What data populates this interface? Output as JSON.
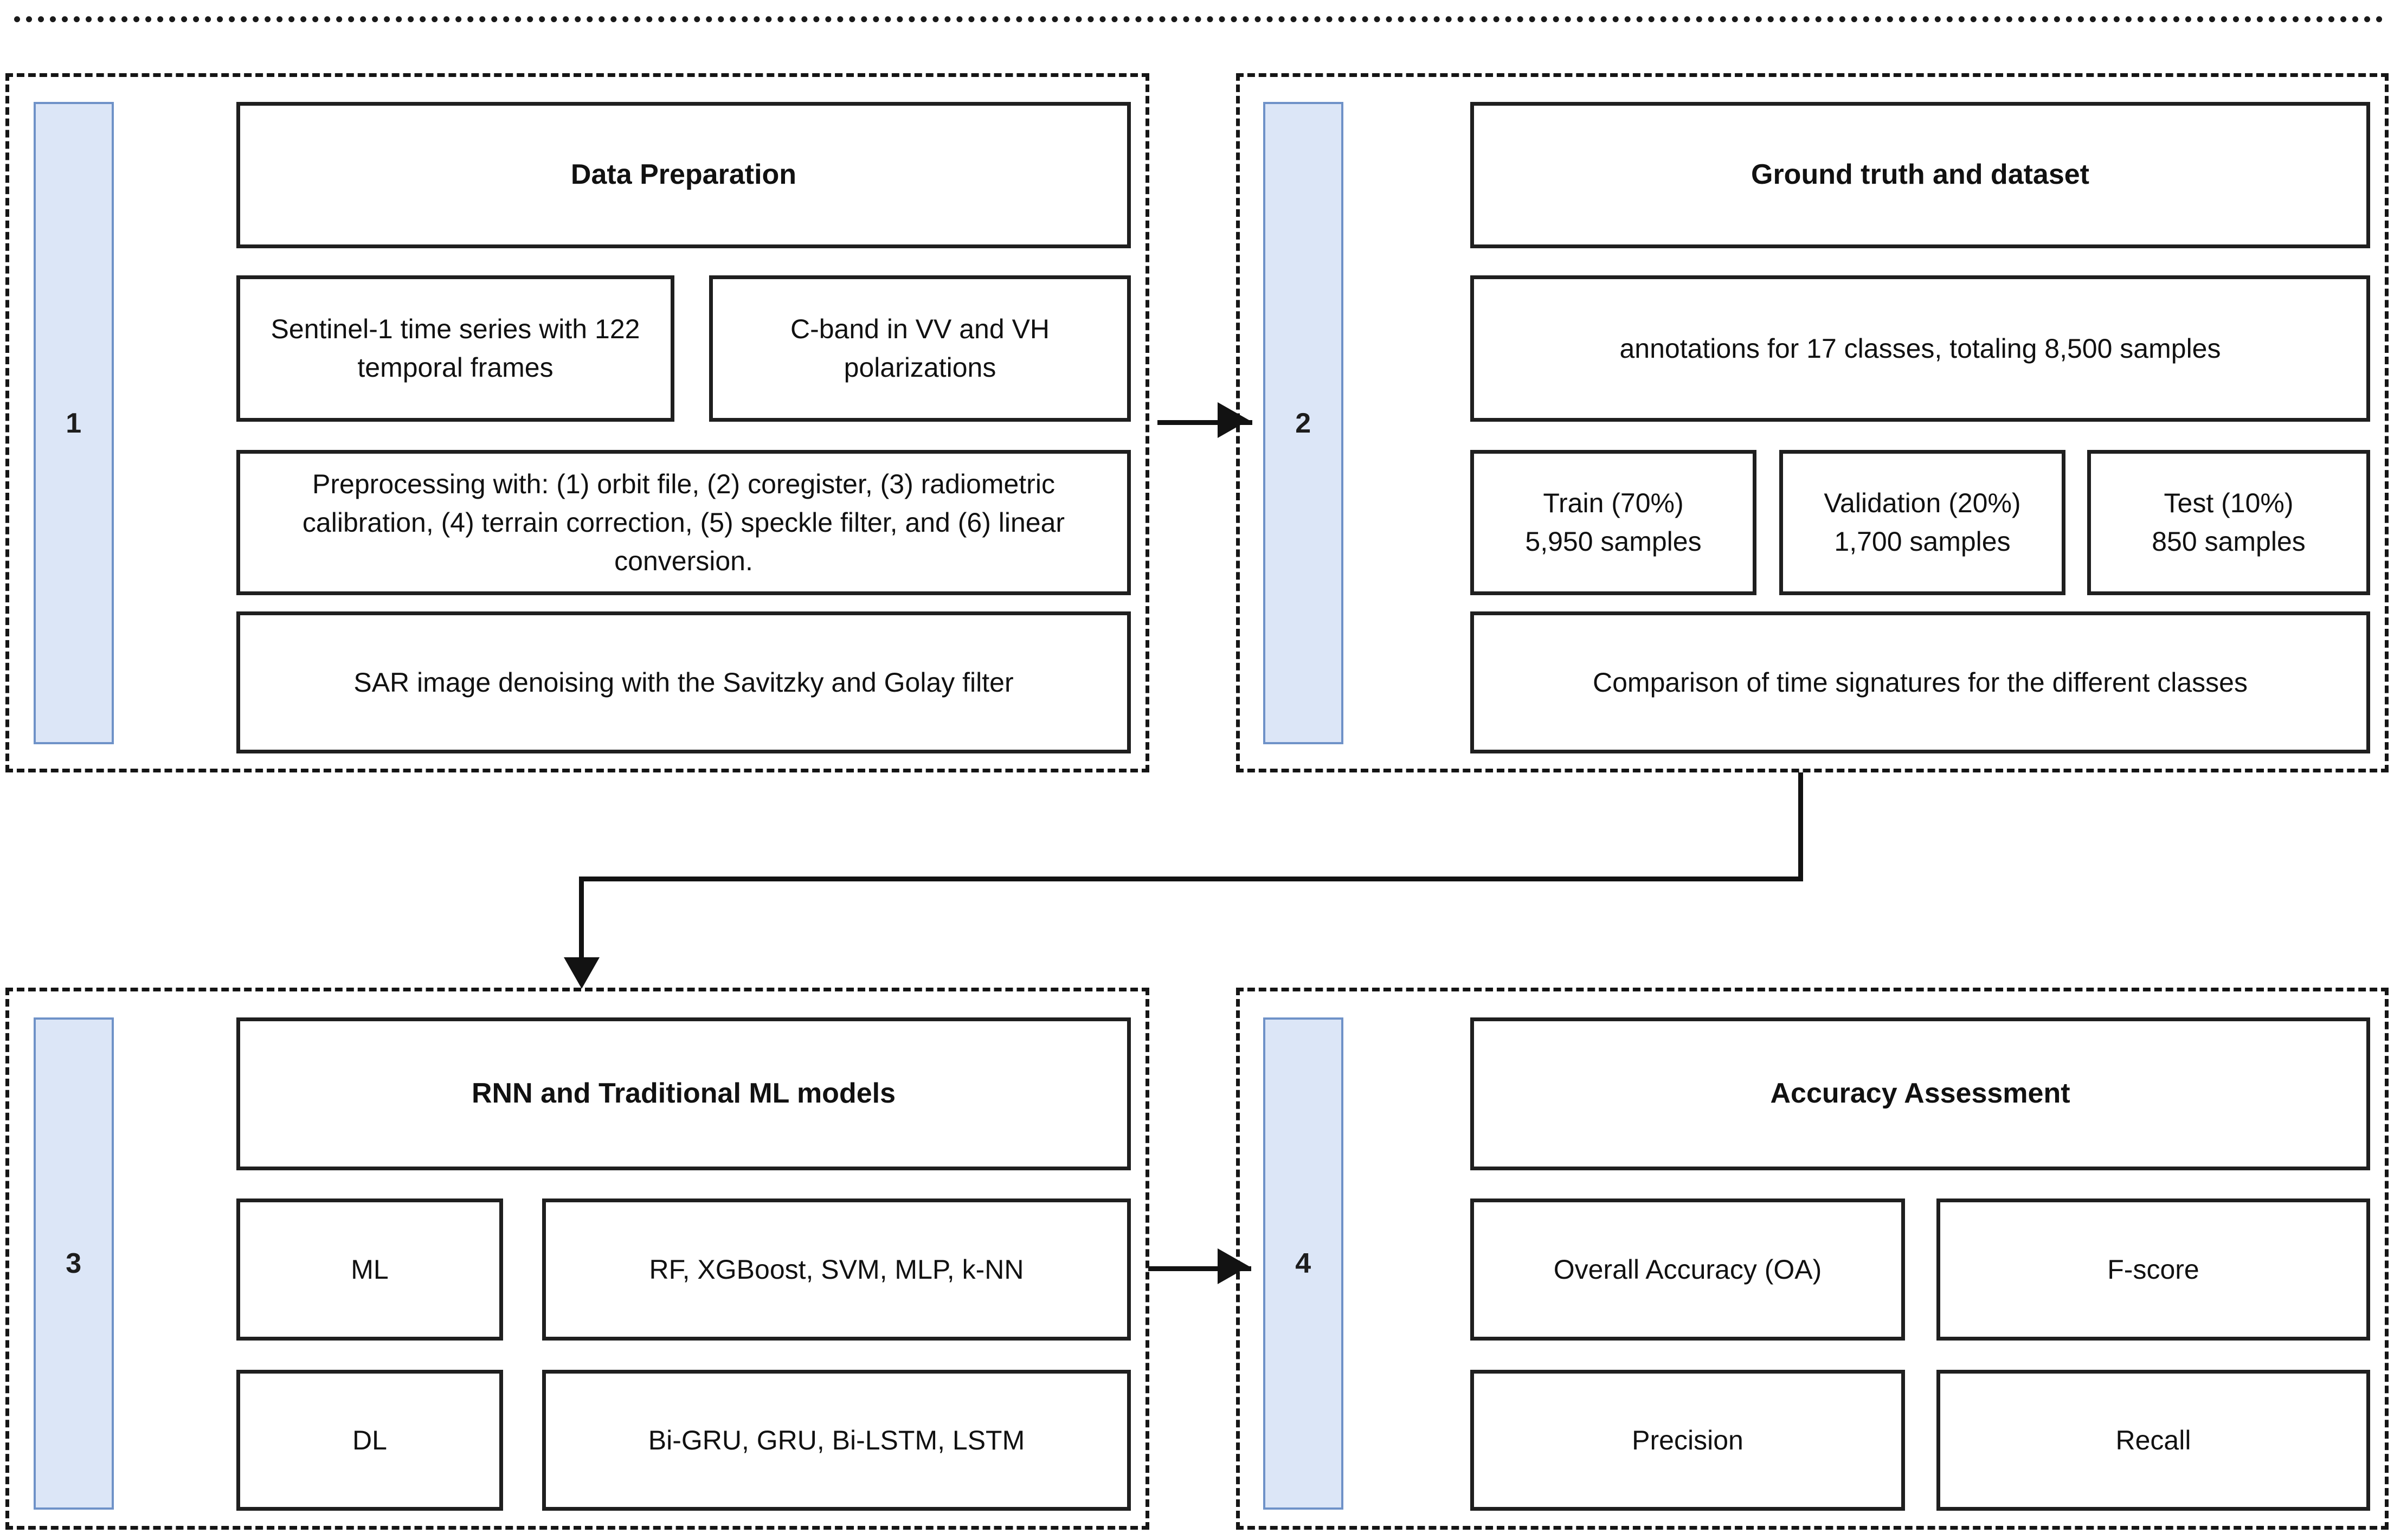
{
  "figure": {
    "kind": "methodology-flowchart",
    "accent_blue_fill": "#dce6f7",
    "accent_blue_border": "#6f92c8",
    "line_color": "#121212"
  },
  "stages": [
    {
      "number": "1",
      "title": "Data Preparation",
      "boxes": [
        "Sentinel-1 time series with 122 temporal frames",
        "C-band in VV and VH polarizations",
        "Preprocessing with: (1) orbit file, (2) coregister, (3) radiometric calibration, (4) terrain correction, (5) speckle filter, and (6) linear conversion.",
        "SAR image denoising with the Savitzky and Golay filter"
      ]
    },
    {
      "number": "2",
      "title": "Ground truth and dataset",
      "boxes": [
        "annotations for 17 classes, totaling 8,500 samples",
        "Train (70%) 5,950 samples",
        "Validation (20%) 1,700 samples",
        "Test (10%) 850 samples",
        "Comparison of time signatures for the different classes"
      ],
      "split": {
        "train_label": "Train (70%)",
        "train_value": "5,950 samples",
        "validation_label": "Validation (20%)",
        "validation_value": "1,700 samples",
        "test_label": "Test (10%)",
        "test_value": "850 samples"
      }
    },
    {
      "number": "3",
      "title": "RNN and Traditional ML models",
      "boxes": [
        "ML",
        "RF, XGBoost, SVM, MLP, k-NN",
        "DL",
        "Bi-GRU, GRU, Bi-LSTM, LSTM"
      ]
    },
    {
      "number": "4",
      "title": "Accuracy Assessment",
      "boxes": [
        "Overall Accuracy (OA)",
        "F-score",
        "Precision",
        "Recall"
      ]
    }
  ],
  "stage1": {
    "number": "1",
    "title": "Data Preparation",
    "sentinel": "Sentinel-1 time series with 122 temporal frames",
    "cband": "C-band in VV and VH polarizations",
    "preprocessing": "Preprocessing with: (1) orbit file, (2) coregister, (3) radiometric calibration, (4) terrain correction, (5) speckle filter, and (6) linear conversion.",
    "denoising": "SAR image denoising with the Savitzky and Golay filter"
  },
  "stage2": {
    "number": "2",
    "title": "Ground truth and dataset",
    "annotations": "annotations for 17 classes, totaling 8,500 samples",
    "train": "Train (70%)\n5,950 samples",
    "validation": "Validation (20%)\n1,700 samples",
    "test": "Test (10%)\n850 samples",
    "comparison": "Comparison of time signatures for the different classes"
  },
  "stage3": {
    "number": "3",
    "title": "RNN and Traditional ML models",
    "ml_label": "ML",
    "ml_models": "RF, XGBoost, SVM, MLP, k-NN",
    "dl_label": "DL",
    "dl_models": "Bi-GRU, GRU, Bi-LSTM, LSTM"
  },
  "stage4": {
    "number": "4",
    "title": "Accuracy Assessment",
    "oa": "Overall Accuracy (OA)",
    "fscore": "F-score",
    "precision": "Precision",
    "recall": "Recall"
  },
  "connectors": [
    {
      "name": "stage1-to-stage2",
      "type": "arrow-right"
    },
    {
      "name": "stage2-to-stage3",
      "type": "elbow-down-left"
    },
    {
      "name": "stage3-to-stage4",
      "type": "arrow-right"
    }
  ]
}
